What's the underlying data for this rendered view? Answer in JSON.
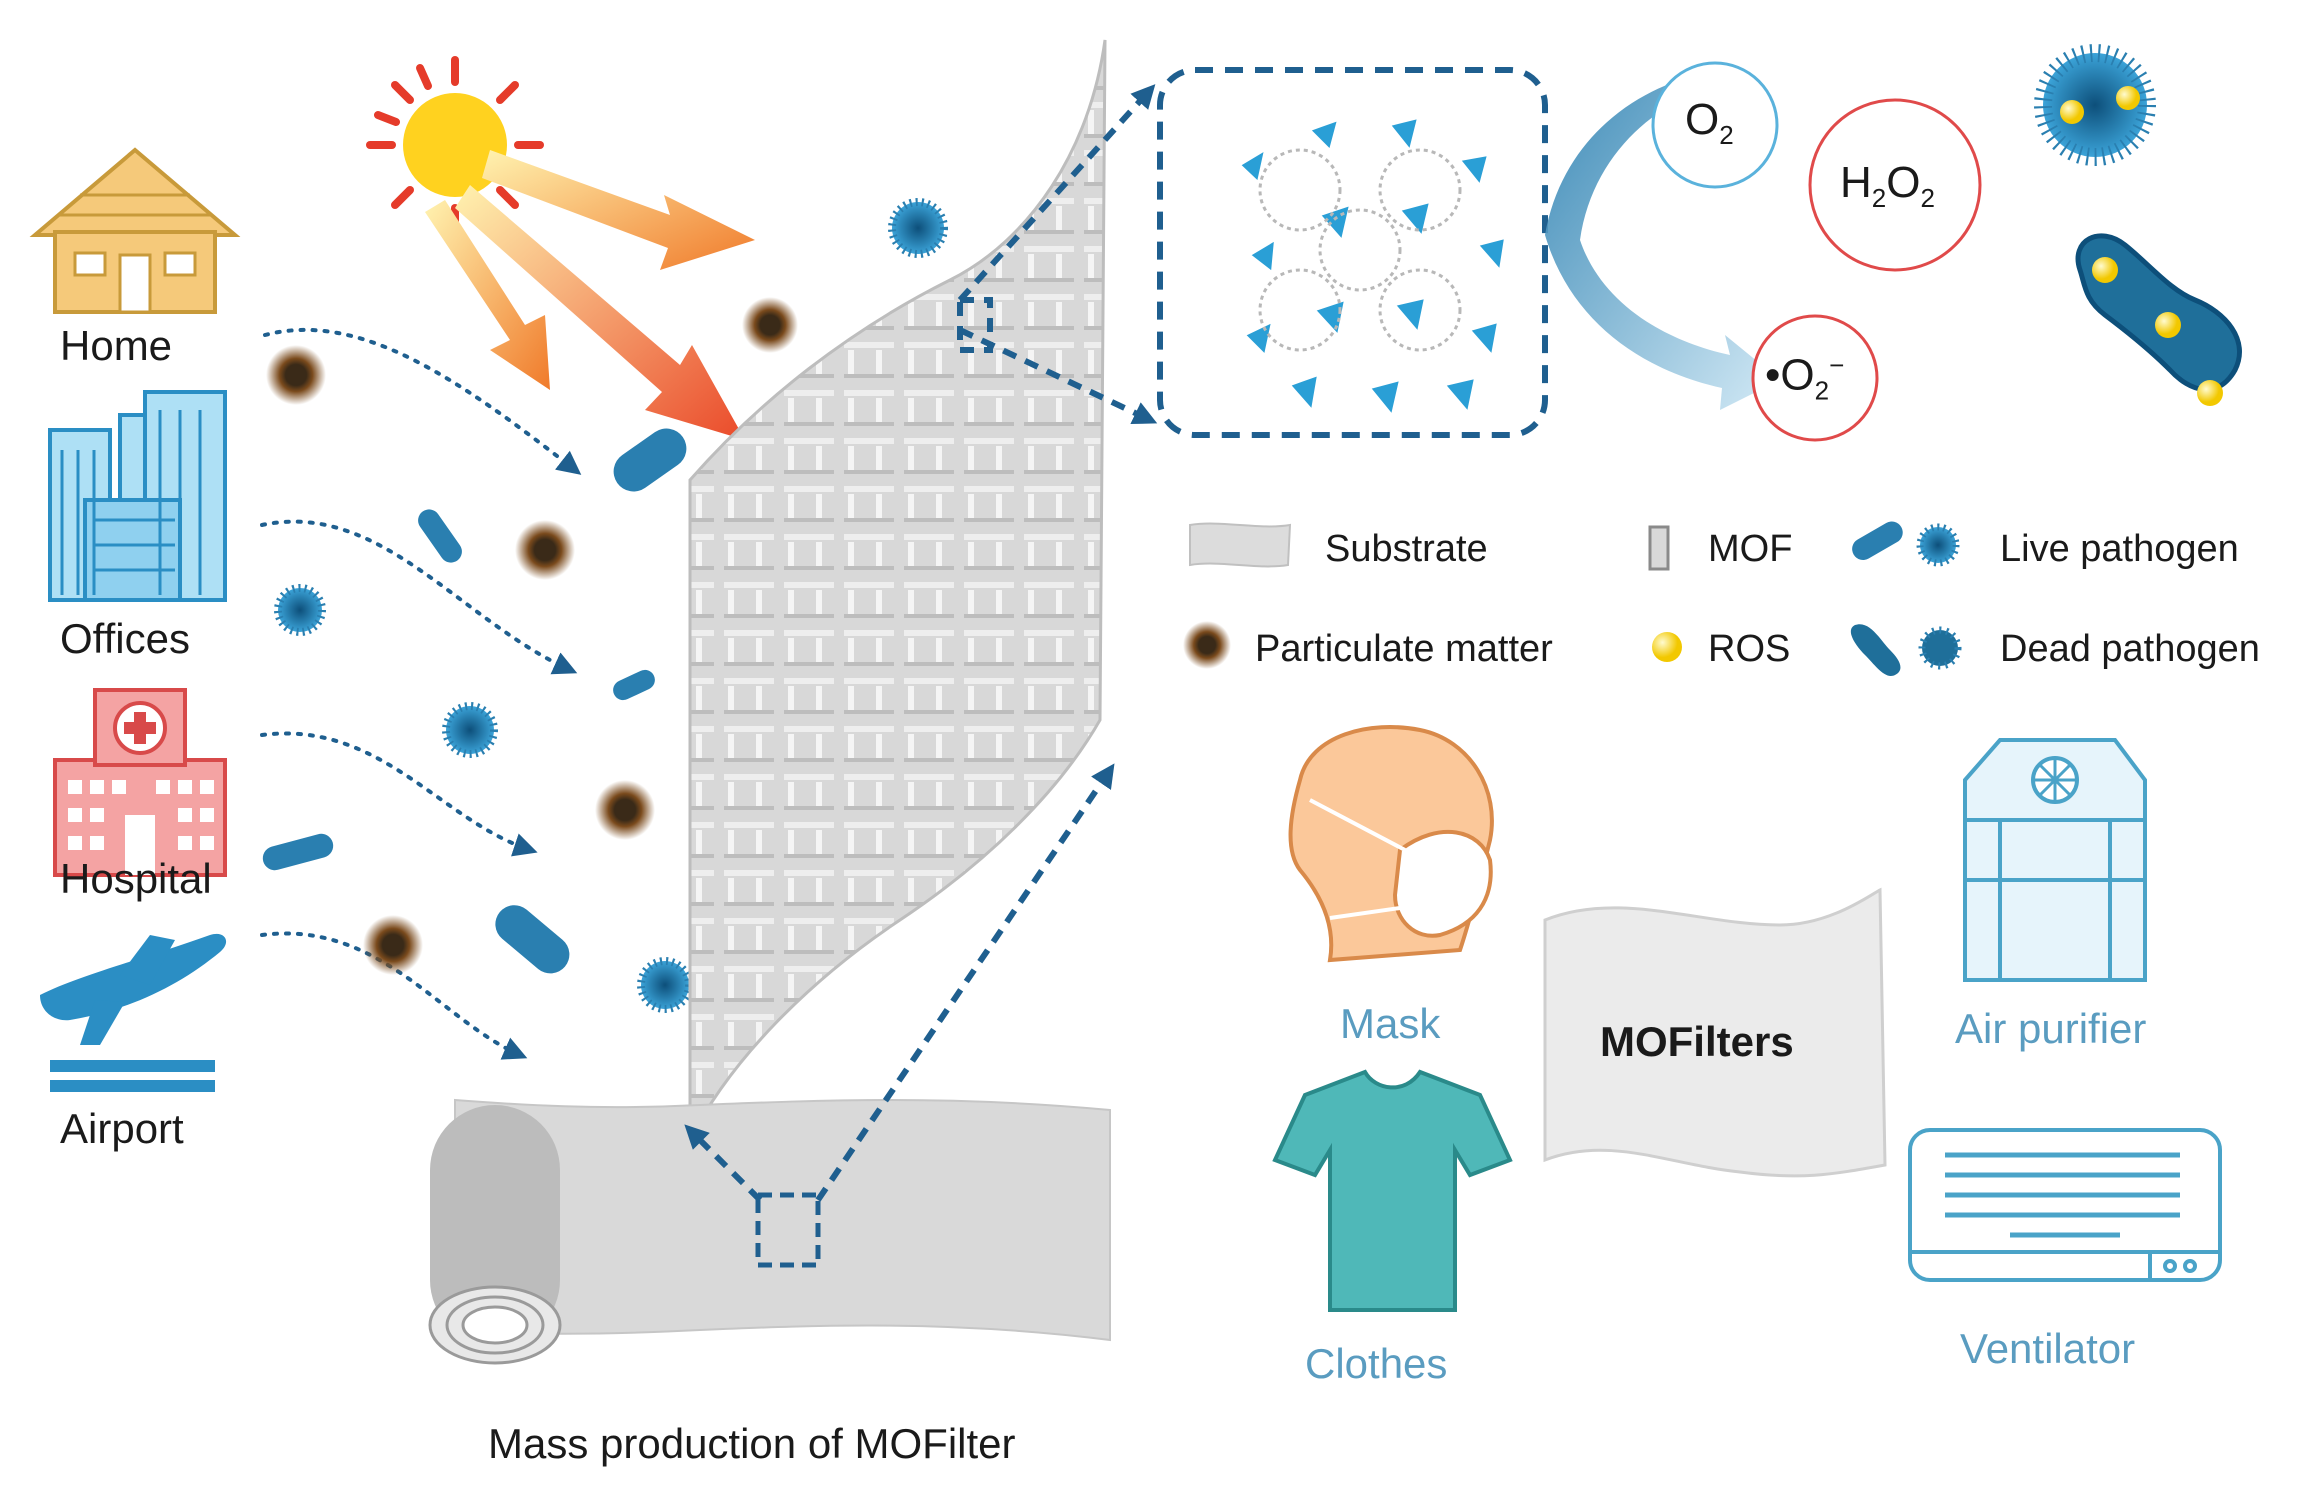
{
  "locations": {
    "home": "Home",
    "offices": "Offices",
    "hospital": "Hospital",
    "airport": "Airport"
  },
  "molecules": {
    "o2": "O",
    "o2_sub": "2",
    "h2o2_h": "H",
    "h2o2_sub1": "2",
    "h2o2_o": "O",
    "h2o2_sub2": "2",
    "superoxide_dot": "•",
    "superoxide_o": "O",
    "superoxide_sub": "2",
    "superoxide_sup": "−"
  },
  "legend": {
    "substrate": "Substrate",
    "mof": "MOF",
    "live_pathogen": "Live pathogen",
    "particulate_matter": "Particulate matter",
    "ros": "ROS",
    "dead_pathogen": "Dead pathogen"
  },
  "applications": {
    "mask": "Mask",
    "clothes": "Clothes",
    "center": "MOFilters",
    "air_purifier": "Air purifier",
    "ventilator": "Ventilator"
  },
  "caption": "Mass production of MOFilter",
  "colors": {
    "house": "#f5c97a",
    "building": "#4fa8d8",
    "hospital": "#e85a5a",
    "airplane": "#2b8ec4",
    "arrow_dotted": "#1f5f8f",
    "sun": "#ffd21f",
    "sun_rays": "#e53b2a",
    "filter": "#d5d5d5",
    "pathogen": "#2a7fb0",
    "ros": "#f5d000",
    "application_outline": "#4aa3c8",
    "circle_o2": "#5ab2dc",
    "circle_h2o2": "#e04a4a"
  }
}
